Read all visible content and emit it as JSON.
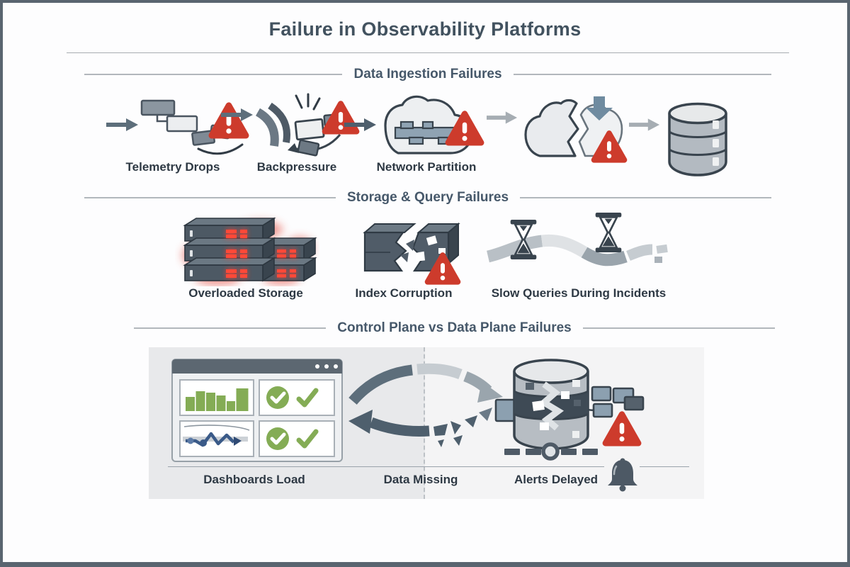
{
  "title": "Failure in Observability Platforms",
  "sections": {
    "ingestion": {
      "header": "Data Ingestion Failures",
      "labels": {
        "telemetry": "Telemetry Drops",
        "backpressure": "Backpressure",
        "partition": "Network Partition"
      }
    },
    "storage": {
      "header": "Storage & Query Failures",
      "labels": {
        "overloaded": "Overloaded Storage",
        "index": "Index Corruption",
        "slow": "Slow Queries During Incidents"
      }
    },
    "planes": {
      "header": "Control Plane vs Data Plane Failures",
      "labels": {
        "dashboards": "Dashboards Load",
        "missing": "Data Missing",
        "alerts": "Alerts Delayed"
      }
    }
  },
  "icons": {
    "warning": "warning-triangle-icon",
    "flow": "arrow-right-icon",
    "database": "database-cylinder-icon",
    "cloud": "cloud-icon",
    "hourglass": "hourglass-icon",
    "bell": "bell-icon",
    "browser": "browser-window-icon",
    "sync": "sync-cycle-arrows-icon"
  },
  "colors": {
    "title_text": "#42525f",
    "header_text": "#46586a",
    "label_text": "#2e3944",
    "accent_red": "#cd3b2c",
    "led_red": "#ff4a39",
    "green": "#84ac55",
    "blue": "#3a5a88",
    "steel_blue": "#8ca0b0",
    "slate_dark": "#4e5f6d",
    "slate_mid": "#6b7a87",
    "gray_light": "#c6ccd1",
    "panel_left_bg": "#e8e9eb",
    "panel_right_bg": "#f4f4f5",
    "frame": "#5a6570"
  }
}
